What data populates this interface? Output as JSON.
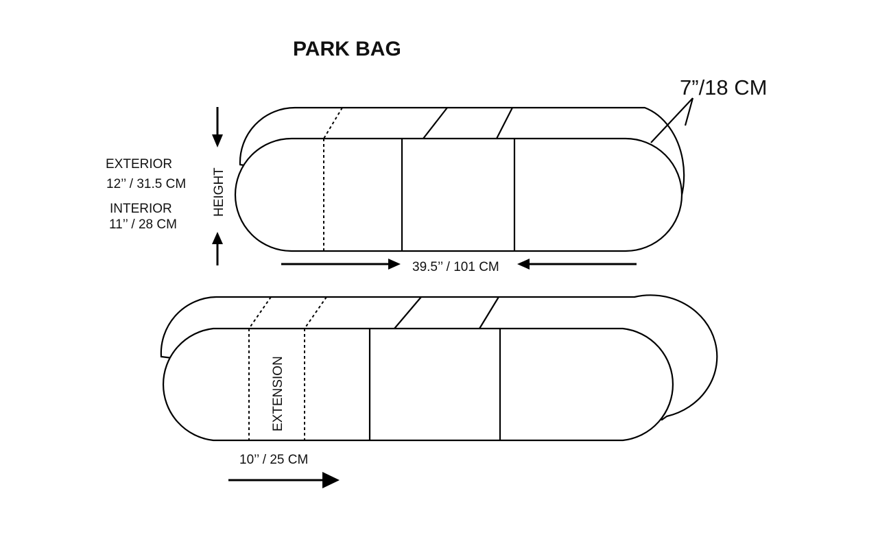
{
  "title": "PARK BAG",
  "labels": {
    "depth": "7”/18 CM",
    "exterior": "EXTERIOR",
    "exterior_value": "12’’ / 31.5 CM",
    "interior": "INTERIOR",
    "interior_value": "11’’ / 28 CM",
    "height": "HEIGHT",
    "length": "39.5’’ / 101 CM",
    "extension": "EXTENSION",
    "extension_value": "10’’ / 25 CM"
  }
}
